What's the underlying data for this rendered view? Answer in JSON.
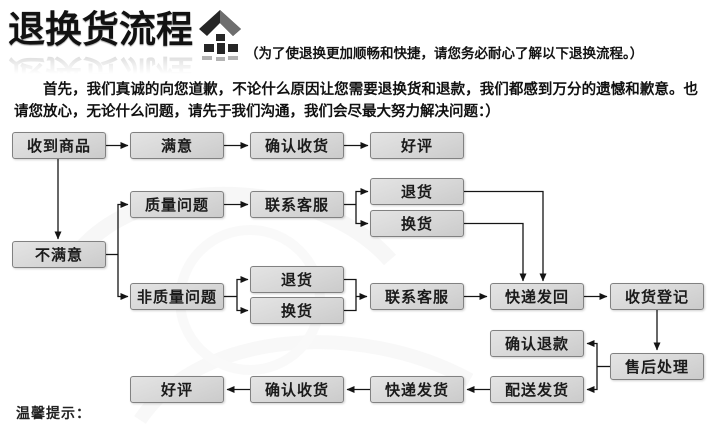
{
  "header": {
    "title": "退换货流程",
    "subtitle": "（为了使退换更加顺畅和快捷，请您务必耐心了解以下退换流程。）",
    "logo_icon": "house-arrow-logo"
  },
  "intro": "首先，我们真诚的向您道歉，不论什么原因让您需要退换货和退款，我们都感到万分的遗憾和歉意。也请您放心，无论什么问题，请先于我们沟通，我们会尽最大努力解决问题：）",
  "footer": {
    "note": "温馨提示："
  },
  "colors": {
    "box_fill": "#d7d7d7",
    "box_border": "#818181",
    "connector_line": "#1a1a1a",
    "title_text": "#121212",
    "background": "#ffffff"
  },
  "flowchart": {
    "nodes": [
      {
        "id": "received",
        "label": "收到商品"
      },
      {
        "id": "satisfied",
        "label": "满意"
      },
      {
        "id": "confirm-receipt-top",
        "label": "确认收货"
      },
      {
        "id": "good-review-top",
        "label": "好评"
      },
      {
        "id": "return-quality",
        "label": "退货"
      },
      {
        "id": "quality-issue",
        "label": "质量问题"
      },
      {
        "id": "contact-service-quality",
        "label": "联系客服"
      },
      {
        "id": "exchange-quality",
        "label": "换货"
      },
      {
        "id": "dissatisfied",
        "label": "不满意"
      },
      {
        "id": "return-nonquality",
        "label": "退货"
      },
      {
        "id": "non-quality-issue",
        "label": "非质量问题"
      },
      {
        "id": "contact-service-nonquality",
        "label": "联系客服"
      },
      {
        "id": "express-return",
        "label": "快递发回"
      },
      {
        "id": "receipt-register",
        "label": "收货登记"
      },
      {
        "id": "exchange-nonquality",
        "label": "换货"
      },
      {
        "id": "confirm-refund",
        "label": "确认退款"
      },
      {
        "id": "after-sales",
        "label": "售后处理"
      },
      {
        "id": "good-review-bottom",
        "label": "好评"
      },
      {
        "id": "confirm-receipt-bottom",
        "label": "确认收货"
      },
      {
        "id": "express-delivery",
        "label": "快递发货"
      },
      {
        "id": "delivery-dispatch",
        "label": "配送发货"
      }
    ]
  }
}
